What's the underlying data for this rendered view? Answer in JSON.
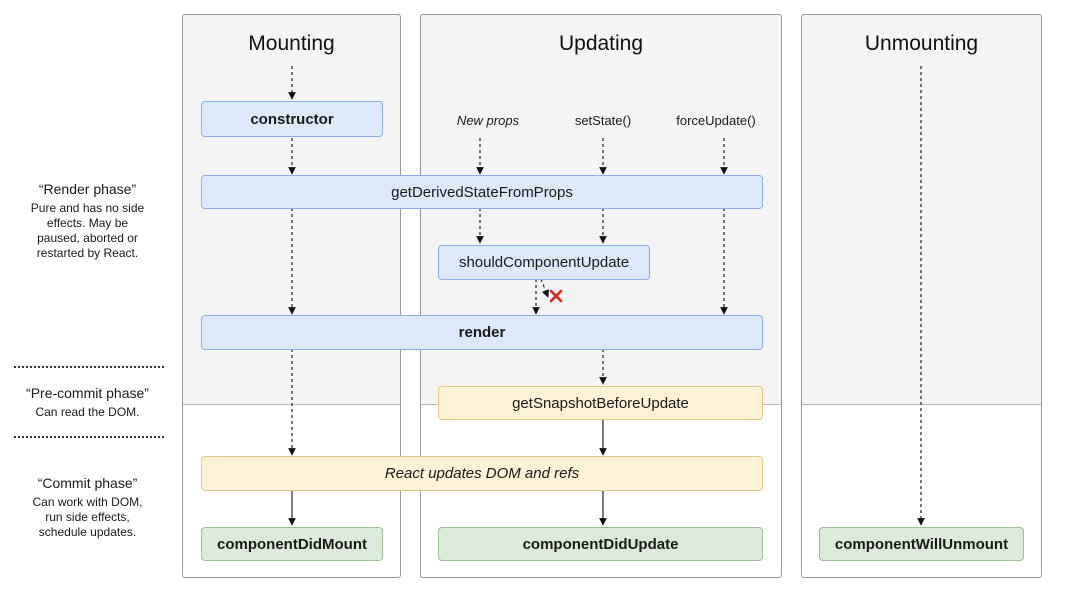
{
  "columns": {
    "mounting": {
      "title": "Mounting"
    },
    "updating": {
      "title": "Updating",
      "sources": [
        "New props",
        "setState()",
        "forceUpdate()"
      ]
    },
    "unmounting": {
      "title": "Unmounting"
    }
  },
  "phases": {
    "render": {
      "title": "“Render phase”",
      "description": [
        "Pure and has no side",
        "effects. May be",
        "paused, aborted or",
        "restarted by React."
      ]
    },
    "precommit": {
      "title": "“Pre-commit phase”",
      "description": [
        "Can read the DOM."
      ]
    },
    "commit": {
      "title": "“Commit phase”",
      "description": [
        "Can work with DOM,",
        "run side effects,",
        "schedule updates."
      ]
    }
  },
  "nodes": {
    "constructor": "constructor",
    "get_derived_state": "getDerivedStateFromProps",
    "should_update": "shouldComponentUpdate",
    "render": "render",
    "snapshot": "getSnapshotBeforeUpdate",
    "react_updates": "React updates DOM and refs",
    "did_mount": "componentDidMount",
    "did_update": "componentDidUpdate",
    "will_unmount": "componentWillUnmount"
  },
  "colors": {
    "render_phase_box": "#dde8fb",
    "precommit_box": "#fcf3d6",
    "commit_box": "#dcebd9",
    "cancel_mark": "#e0201a"
  }
}
